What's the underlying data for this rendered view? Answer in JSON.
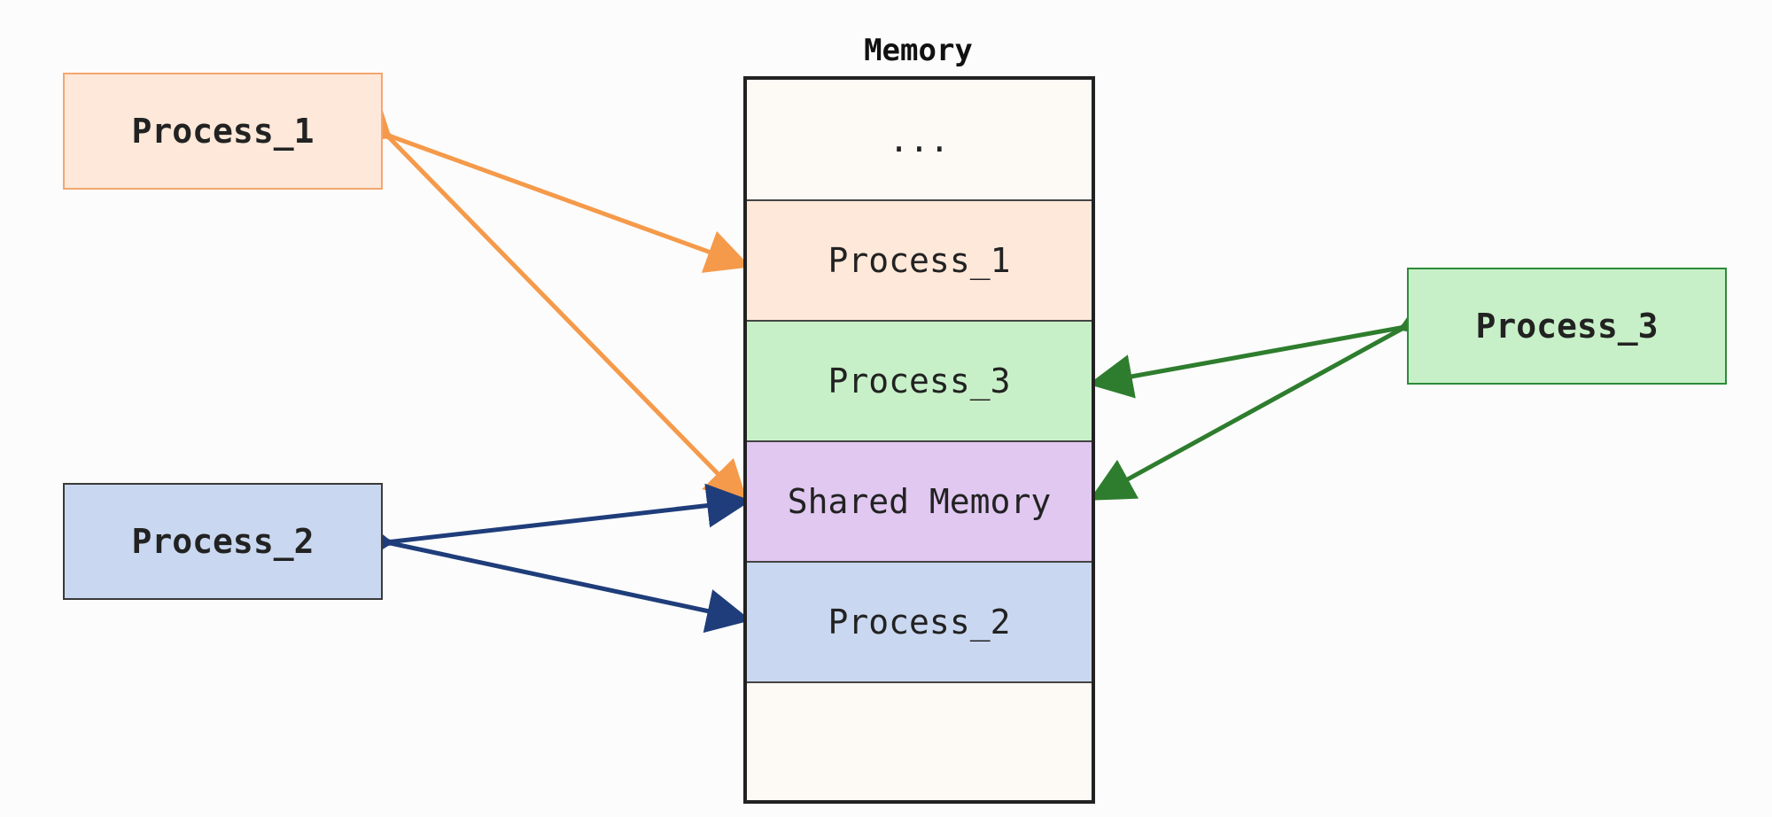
{
  "memory": {
    "title": "Memory",
    "segments": {
      "dots": "...",
      "process_1": "Process_1",
      "process_3": "Process_3",
      "shared": "Shared Memory",
      "process_2": "Process_2",
      "empty": ""
    }
  },
  "processes": {
    "process_1": "Process_1",
    "process_2": "Process_2",
    "process_3": "Process_3"
  },
  "colors": {
    "process_1_arrow": "#f59a4a",
    "process_2_arrow": "#1f3d7a",
    "process_3_arrow": "#2e7d2e",
    "process_1_fill": "#fde8d9",
    "process_2_fill": "#c9d8f0",
    "process_3_fill": "#c8f0c8",
    "shared_fill": "#e0c8f0"
  }
}
